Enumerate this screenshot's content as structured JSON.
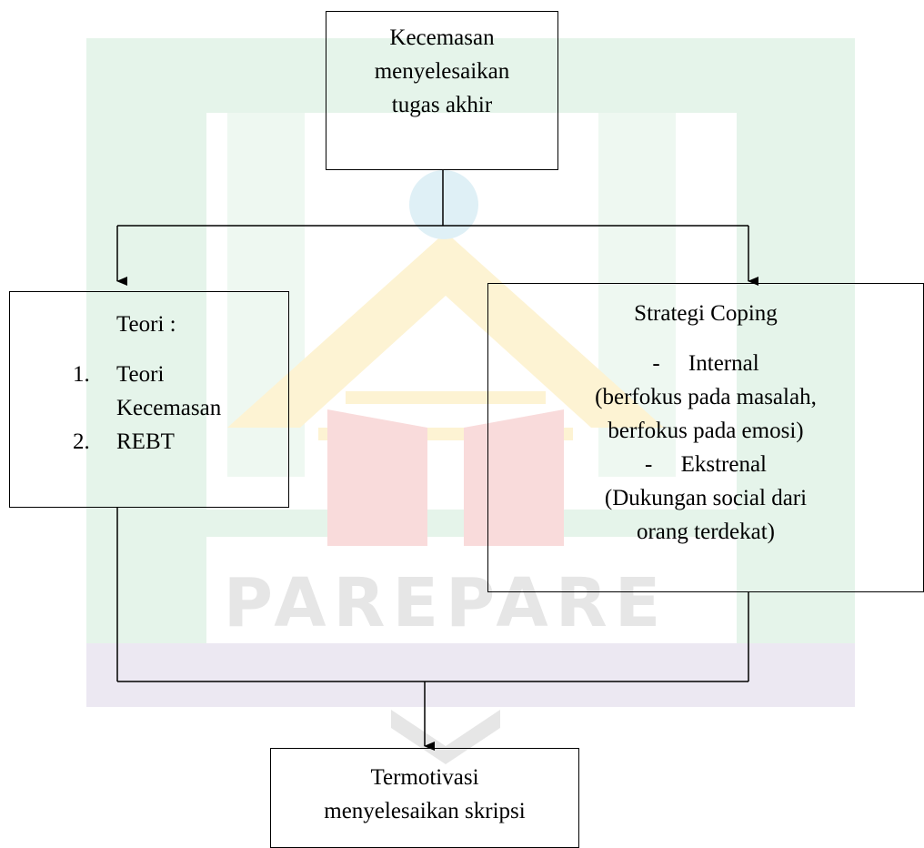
{
  "watermark": {
    "text": "PAREPARE",
    "colors": {
      "green": "#e5f4ea",
      "yellow": "#fdf3d3",
      "red": "#f9dbdb",
      "blue": "#dff0f6",
      "gray": "#e6e6e6",
      "purple": "#ece8f2"
    }
  },
  "diagram": {
    "top": {
      "lines": [
        "Kecemasan",
        "menyelesaikan",
        "tugas akhir"
      ]
    },
    "left": {
      "title": "Teori :",
      "items": [
        {
          "num": "1.",
          "text": "Teori",
          "cont": "Kecemasan"
        },
        {
          "num": "2.",
          "text": "REBT"
        }
      ]
    },
    "right": {
      "title": "Strategi Coping",
      "lines": [
        "-     Internal",
        "(berfokus pada masalah,",
        "berfokus pada emosi)",
        "-     Ekstrenal",
        "(Dukungan social dari",
        "orang terdekat)"
      ]
    },
    "bottom": {
      "lines": [
        "Termotivasi",
        "menyelesaikan skripsi"
      ]
    }
  }
}
